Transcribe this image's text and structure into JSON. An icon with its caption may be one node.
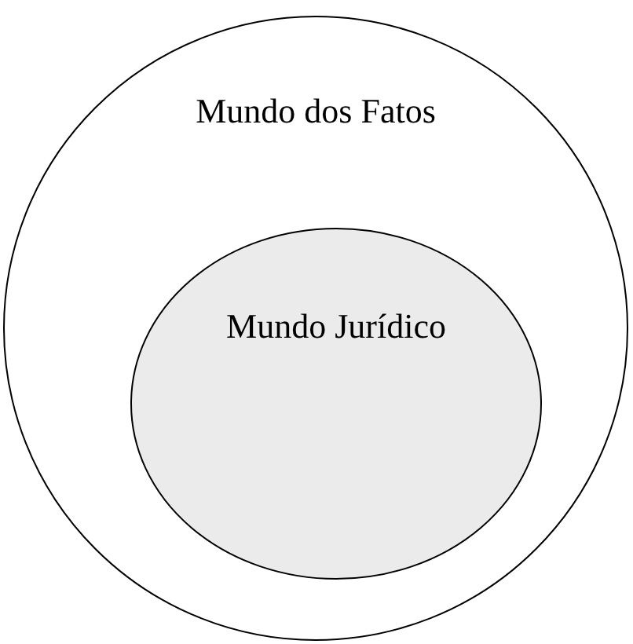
{
  "diagram": {
    "nodes": [
      {
        "text": [
          "Mundo dos Fatos"
        ]
      },
      {
        "text": [
          "Mundo Jurídico"
        ],
        "in": 0
      }
    ],
    "edges": []
  }
}
